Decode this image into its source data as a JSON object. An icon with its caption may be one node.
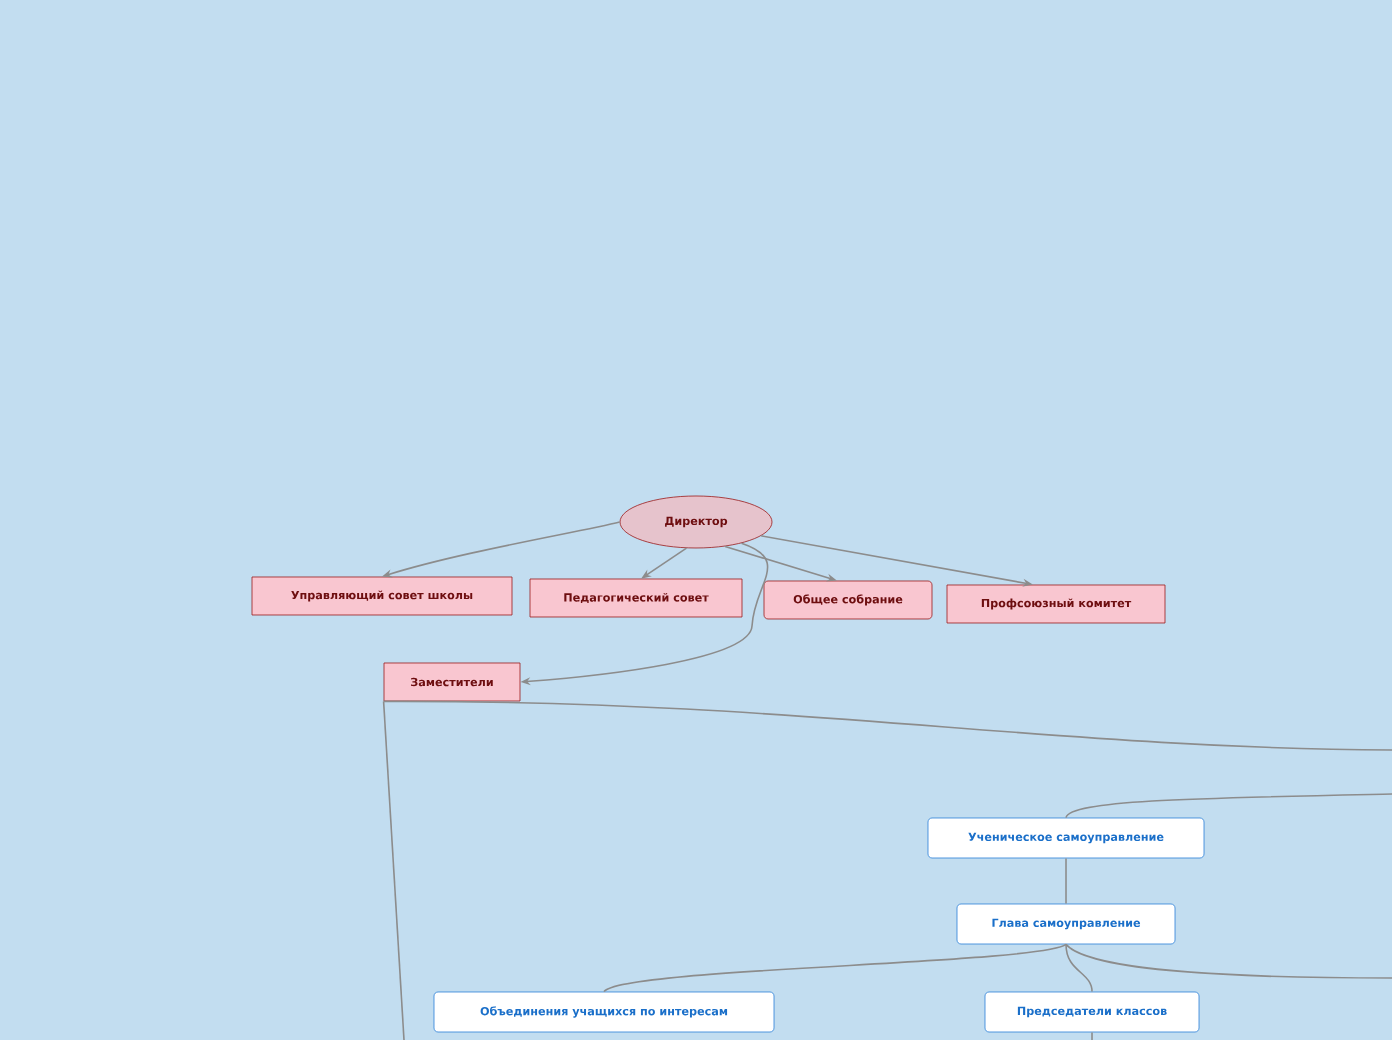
{
  "diagram": {
    "nodes": [
      {
        "text": [
          "Директор"
        ]
      },
      {
        "text": [
          "Управляющий совет школы"
        ]
      },
      {
        "text": [
          "Педагогический совет"
        ]
      },
      {
        "text": [
          "Общее собрание"
        ]
      },
      {
        "text": [
          "Профсоюзный комитет"
        ]
      },
      {
        "text": [
          "Заместители"
        ]
      },
      {
        "text": [
          "Ученическое самоуправление"
        ]
      },
      {
        "text": [
          "Глава самоуправление"
        ]
      },
      {
        "text": [
          "Объединения учащихся по интересам"
        ]
      },
      {
        "text": [
          "Председатели классов"
        ]
      }
    ],
    "edges": [
      {
        "from": 0,
        "to": 1,
        "arrow": "to"
      },
      {
        "from": 0,
        "to": 2,
        "arrow": "to"
      },
      {
        "from": 0,
        "to": 3,
        "arrow": "to"
      },
      {
        "from": 0,
        "to": 4,
        "arrow": "to"
      },
      {
        "from": 0,
        "to": 5,
        "arrow": "to"
      },
      {
        "from": 5,
        "to": null,
        "arrow": "none"
      },
      {
        "from": 5,
        "to": null,
        "arrow": "none"
      },
      {
        "from": null,
        "to": 6,
        "arrow": "none"
      },
      {
        "from": 6,
        "to": 7,
        "arrow": "none"
      },
      {
        "from": 7,
        "to": 8,
        "arrow": "none"
      },
      {
        "from": 7,
        "to": 9,
        "arrow": "none"
      },
      {
        "from": 7,
        "to": null,
        "arrow": "none"
      },
      {
        "from": 9,
        "to": null,
        "arrow": "none"
      }
    ]
  }
}
